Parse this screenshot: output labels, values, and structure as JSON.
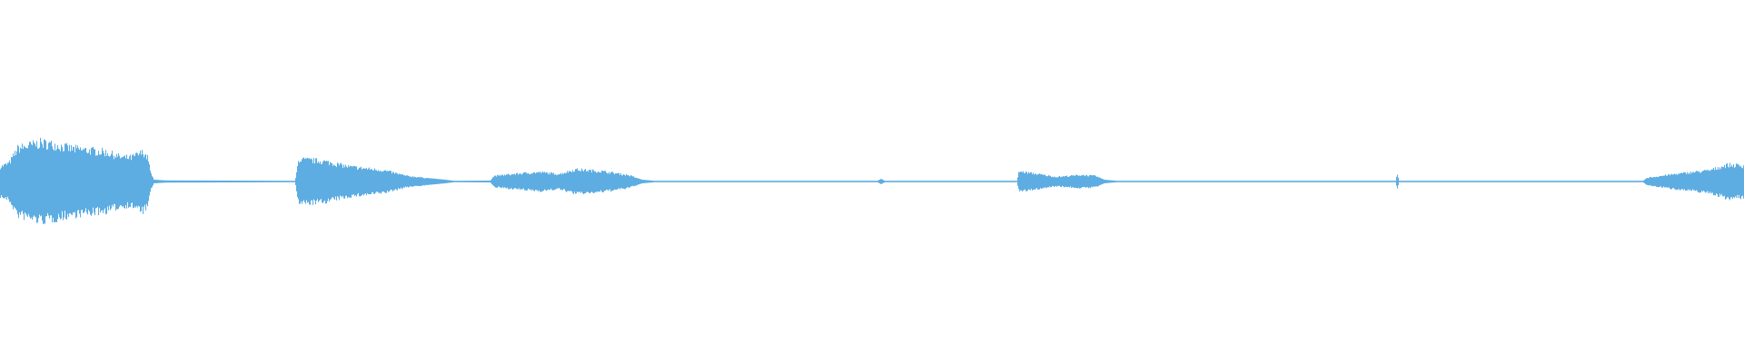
{
  "chart_data": {
    "type": "area",
    "description_kind": "audio-waveform",
    "color": "#5dade2",
    "background": "#ffffff",
    "ylim": [
      -1,
      1
    ],
    "x_unit": "percent-of-duration",
    "grid": false,
    "legend": "none",
    "envelope": [
      [
        0,
        0.08
      ],
      [
        0.5,
        0.1
      ],
      [
        1,
        0.18
      ],
      [
        2.3,
        0.21
      ],
      [
        3.1,
        0.2
      ],
      [
        4,
        0.18
      ],
      [
        6,
        0.16
      ],
      [
        7.5,
        0.13
      ],
      [
        8.5,
        0.12
      ],
      [
        7.0,
        0.13
      ],
      [
        8.2,
        0.16
      ],
      [
        8.6,
        0.05
      ],
      [
        8.8,
        0.01
      ],
      [
        9.5,
        0.006
      ],
      [
        16.9,
        0.004
      ],
      [
        17.1,
        0.12
      ],
      [
        18.5,
        0.11
      ],
      [
        20,
        0.08
      ],
      [
        22,
        0.06
      ],
      [
        23.3,
        0.03
      ],
      [
        25.5,
        0.01
      ],
      [
        26,
        0.004
      ],
      [
        28.1,
        0.005
      ],
      [
        28.3,
        0.03
      ],
      [
        30,
        0.045
      ],
      [
        31,
        0.05
      ],
      [
        32,
        0.04
      ],
      [
        33,
        0.065
      ],
      [
        34.5,
        0.055
      ],
      [
        36,
        0.035
      ],
      [
        36.8,
        0.01
      ],
      [
        37.5,
        0.004
      ],
      [
        50.3,
        0.004
      ],
      [
        50.5,
        0.015
      ],
      [
        50.7,
        0.004
      ],
      [
        58.3,
        0.004
      ],
      [
        58.4,
        0.055
      ],
      [
        59.5,
        0.04
      ],
      [
        60.5,
        0.025
      ],
      [
        62,
        0.035
      ],
      [
        62.8,
        0.03
      ],
      [
        63.3,
        0.01
      ],
      [
        64,
        0.004
      ],
      [
        80,
        0.004
      ],
      [
        80.1,
        0.04
      ],
      [
        80.2,
        0.004
      ],
      [
        94.2,
        0.004
      ],
      [
        94.4,
        0.02
      ],
      [
        96,
        0.04
      ],
      [
        98,
        0.06
      ],
      [
        99,
        0.09
      ],
      [
        100,
        0.085
      ]
    ]
  }
}
